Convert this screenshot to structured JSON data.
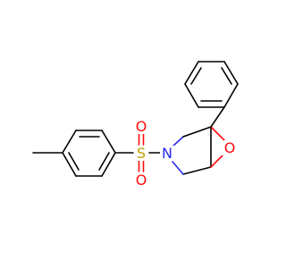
{
  "molecule": {
    "atoms": {
      "sulfur": "S",
      "nitrogen": "N",
      "ring_oxygen": "O",
      "sulfonyl_oxygen_top": "O",
      "sulfonyl_oxygen_bottom": "O"
    }
  },
  "colors": {
    "carbon_bond": "#000000",
    "sulfur": "#b9a000",
    "nitrogen": "#2a2af0",
    "oxygen": "#ff0d0d",
    "background": "#ffffff"
  }
}
